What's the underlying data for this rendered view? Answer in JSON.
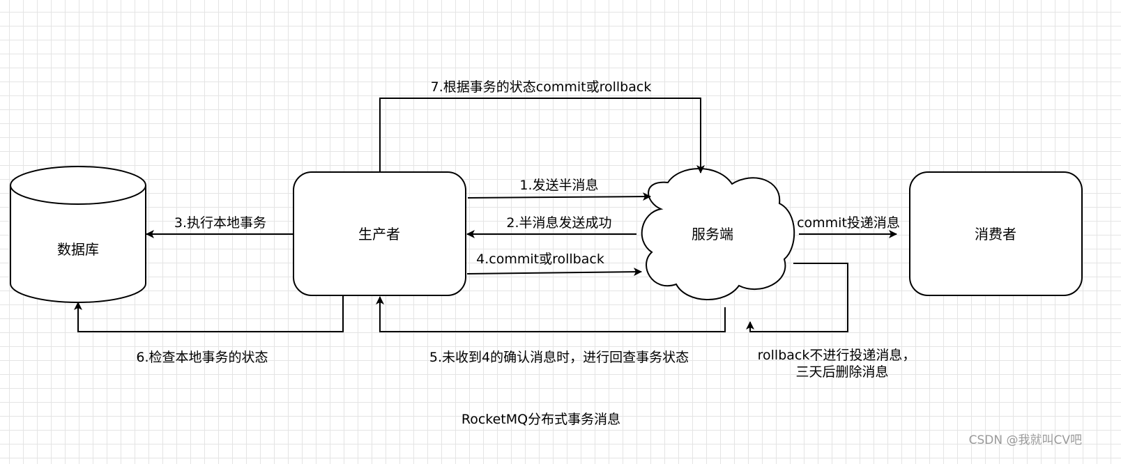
{
  "nodes": {
    "database": "数据库",
    "producer": "生产者",
    "server": "服务端",
    "consumer": "消费者"
  },
  "edges": {
    "step1": "1.发送半消息",
    "step2": "2.半消息发送成功",
    "step3": "3.执行本地事务",
    "step4": "4.commit或rollback",
    "step5": "5.未收到4的确认消息时，进行回查事务状态",
    "step6": "6.检查本地事务的状态",
    "step7": "7.根据事务的状态commit或rollback",
    "commit_deliver": "commit投递消息",
    "rollback_line1": "rollback不进行投递消息，",
    "rollback_line2": "三天后删除消息"
  },
  "title": "RocketMQ分布式事务消息",
  "watermark": "CSDN @我就叫CV吧"
}
